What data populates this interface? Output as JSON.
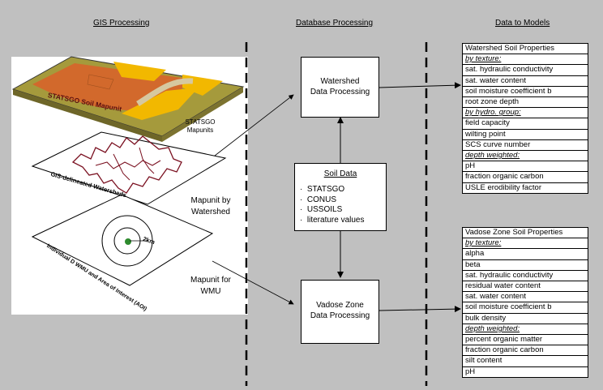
{
  "headers": {
    "gis": "GIS Processing",
    "db": "Database Processing",
    "models": "Data to Models"
  },
  "gis": {
    "layer1_label": "STATSGO Soil Mapunit",
    "statsgo_line1": "STATSGO",
    "statsgo_line2": "Mapunits",
    "layer2_label": "GIS-delineated Watersheds",
    "mapunit_watershed_line1": "Mapunit by",
    "mapunit_watershed_line2": "Watershed",
    "layer3_label": "Individual D WMU and Area of Interest (AOI)",
    "radius_label": "2km",
    "mapunit_wmu_line1": "Mapunit for",
    "mapunit_wmu_line2": "WMU"
  },
  "db": {
    "watershed_line1": "Watershed",
    "watershed_line2": "Data Processing",
    "soil_title": "Soil Data",
    "soil_items": [
      "STATSGO",
      "CONUS",
      "USSOILS",
      "literature values"
    ],
    "vadose_line1": "Vadose Zone",
    "vadose_line2": "Data Processing"
  },
  "watershed_props": {
    "title": "Watershed Soil Properties",
    "rows": [
      {
        "t": "by texture:",
        "sub": true
      },
      {
        "t": "sat. hydraulic conductivity"
      },
      {
        "t": "sat. water content"
      },
      {
        "t": "soil moisture coefficient b"
      },
      {
        "t": "root zone depth"
      },
      {
        "t": "by hydro. group:",
        "sub": true
      },
      {
        "t": "field capacity"
      },
      {
        "t": "wilting point"
      },
      {
        "t": "SCS curve number"
      },
      {
        "t": "depth weighted:",
        "sub": true
      },
      {
        "t": "pH"
      },
      {
        "t": "fraction organic carbon"
      },
      {
        "t": "USLE erodibility factor"
      }
    ]
  },
  "vadose_props": {
    "title": "Vadose Zone Soil Properties",
    "rows": [
      {
        "t": "by texture:",
        "sub": true
      },
      {
        "t": "alpha"
      },
      {
        "t": "beta"
      },
      {
        "t": "sat. hydraulic conductivity"
      },
      {
        "t": "residual water content"
      },
      {
        "t": "sat. water content"
      },
      {
        "t": "soil moisture coefficient b"
      },
      {
        "t": "bulk density"
      },
      {
        "t": "depth weighted:",
        "sub": true
      },
      {
        "t": "percent organic matter"
      },
      {
        "t": "fraction organic carbon"
      },
      {
        "t": "silt content"
      },
      {
        "t": "pH"
      }
    ]
  },
  "colors": {
    "background": "#c0c0c0",
    "soil_orange": "#d2692c",
    "soil_yellow": "#f2b800",
    "soil_olive": "#a59a3c",
    "soil_tan": "#d6c8a0",
    "watershed_red": "#7a1020",
    "aoi_green": "#2e8b2e"
  }
}
